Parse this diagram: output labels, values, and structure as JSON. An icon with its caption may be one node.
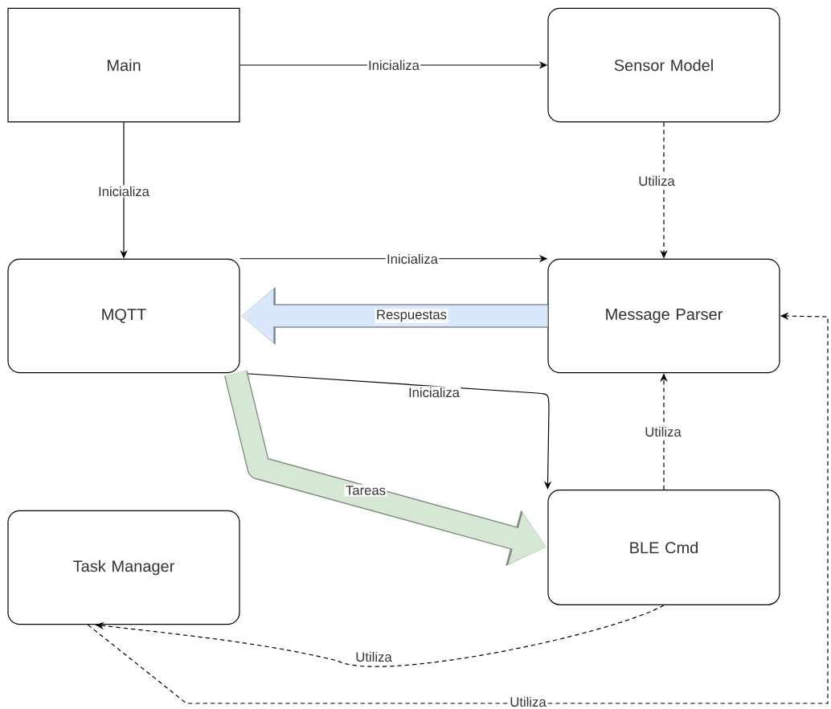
{
  "diagram": {
    "nodes": [
      {
        "text": [
          "Main"
        ]
      },
      {
        "text": [
          "Sensor Model"
        ]
      },
      {
        "text": [
          "MQTT"
        ]
      },
      {
        "text": [
          "Message Parser"
        ]
      },
      {
        "text": [
          "Task Manager"
        ]
      },
      {
        "text": [
          "BLE Cmd"
        ]
      }
    ],
    "edges": [
      {
        "from": 0,
        "to": 1,
        "arrow": "to",
        "label": "Inicializa"
      },
      {
        "from": 0,
        "to": 2,
        "arrow": "to",
        "label": "Inicializa"
      },
      {
        "from": 1,
        "to": 3,
        "arrow": "to",
        "label": "Utiliza",
        "style": "dashed"
      },
      {
        "from": 2,
        "to": 3,
        "arrow": "to",
        "label": "Inicializa"
      },
      {
        "from": 3,
        "to": 2,
        "arrow": "to",
        "label": "Respuestas",
        "style": "thick",
        "color": "#dae8fc"
      },
      {
        "from": 2,
        "to": 5,
        "arrow": "to",
        "label": "Inicializa"
      },
      {
        "from": 2,
        "to": 5,
        "arrow": "to",
        "label": "Tareas",
        "style": "thick",
        "color": "#d5e8d4"
      },
      {
        "from": 5,
        "to": 3,
        "arrow": "to",
        "label": "Utiliza",
        "style": "dashed"
      },
      {
        "from": 5,
        "to": 4,
        "arrow": "to",
        "label": "Utiliza",
        "style": "dashed"
      },
      {
        "from": 4,
        "to": 3,
        "arrow": "to",
        "label": "Utiliza",
        "style": "dashed"
      }
    ]
  }
}
